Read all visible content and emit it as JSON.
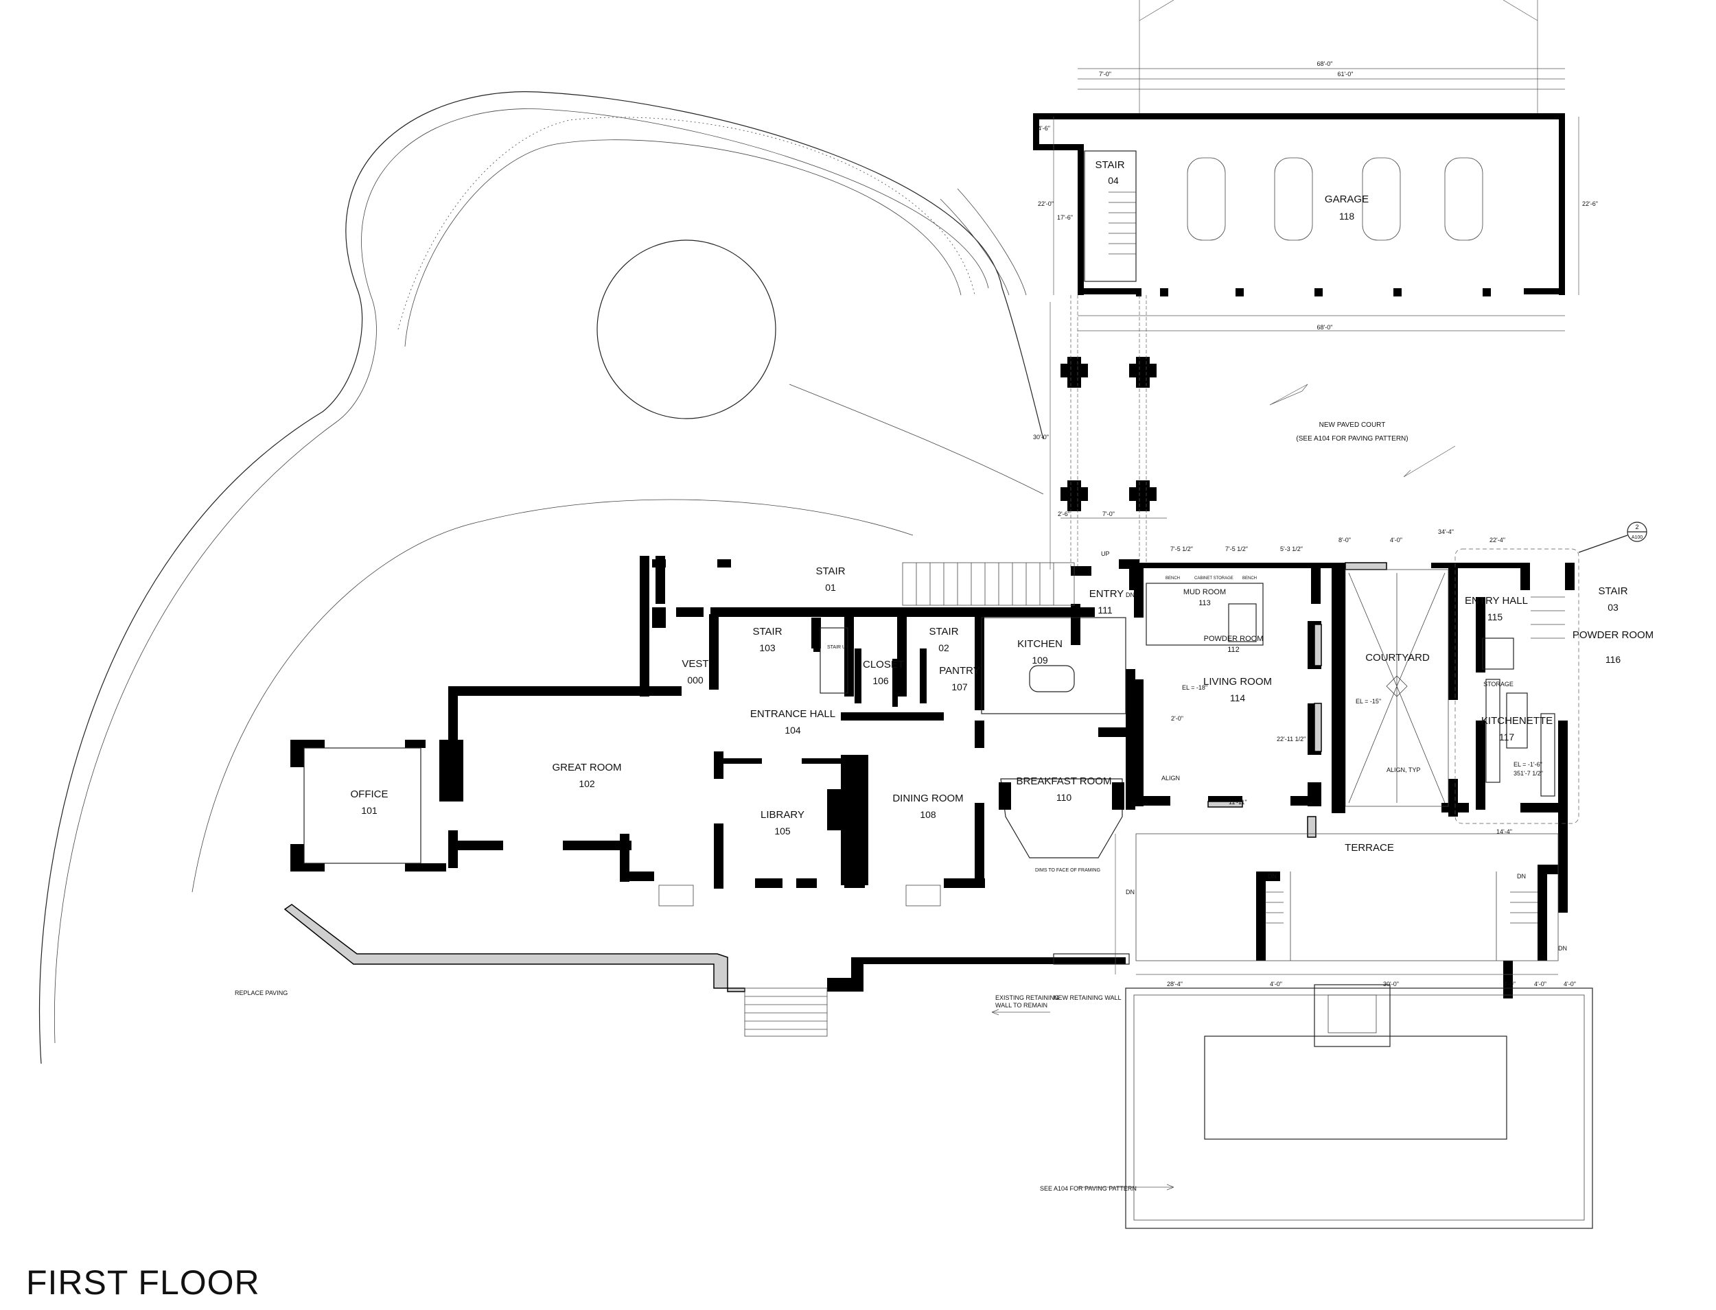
{
  "title": "FIRST FLOOR",
  "rooms": [
    {
      "id": "office",
      "name": "OFFICE",
      "number": "101"
    },
    {
      "id": "great-room",
      "name": "GREAT ROOM",
      "number": "102"
    },
    {
      "id": "stair-103",
      "name": "STAIR",
      "number": "103"
    },
    {
      "id": "entrance-hall",
      "name": "ENTRANCE HALL",
      "number": "104"
    },
    {
      "id": "library",
      "name": "LIBRARY",
      "number": "105"
    },
    {
      "id": "closet",
      "name": "CLOSET",
      "number": "106"
    },
    {
      "id": "pantry",
      "name": "PANTRY",
      "number": "107"
    },
    {
      "id": "dining-room",
      "name": "DINING ROOM",
      "number": "108"
    },
    {
      "id": "kitchen",
      "name": "KITCHEN",
      "number": "109"
    },
    {
      "id": "breakfast-room",
      "name": "BREAKFAST ROOM",
      "number": "110"
    },
    {
      "id": "entry",
      "name": "ENTRY",
      "number": "111"
    },
    {
      "id": "powder-room-112",
      "name": "POWDER ROOM",
      "number": "112"
    },
    {
      "id": "mud-room",
      "name": "MUD ROOM",
      "number": "113"
    },
    {
      "id": "living-room",
      "name": "LIVING ROOM",
      "number": "114"
    },
    {
      "id": "entry-hall",
      "name": "ENTRY HALL",
      "number": "115"
    },
    {
      "id": "powder-room-116",
      "name": "POWDER ROOM",
      "number": "116"
    },
    {
      "id": "kitchenette",
      "name": "KITCHENETTE",
      "number": "117"
    },
    {
      "id": "garage",
      "name": "GARAGE",
      "number": "118"
    },
    {
      "id": "vest",
      "name": "VEST",
      "number": "000"
    },
    {
      "id": "stair-01",
      "name": "STAIR",
      "number": "01"
    },
    {
      "id": "stair-02",
      "name": "STAIR",
      "number": "02"
    },
    {
      "id": "stair-03",
      "name": "STAIR",
      "number": "03"
    },
    {
      "id": "stair-04",
      "name": "STAIR",
      "number": "04"
    }
  ],
  "areas": {
    "courtyard": "COURTYARD",
    "terrace": "TERRACE",
    "storage": "STORAGE"
  },
  "notes": {
    "paved_court_1": "NEW PAVED COURT",
    "paved_court_2": "(SEE A104 FOR PAVING PATTERN)",
    "replace_paving": "REPLACE PAVING",
    "existing_wall_1": "EXISTING RETAINING",
    "existing_wall_2": "WALL TO REMAIN",
    "new_wall": "NEW RETAINING WALL",
    "see_a104": "SEE A104 FOR PAVING PATTERN",
    "align": "ALIGN",
    "align_typ": "ALIGN, TYP",
    "dims_face": "DIMS TO FACE OF FRAMING",
    "el_living": "EL = -18\"",
    "el_court": "EL = -15\"",
    "el_kitchenette": "EL = -1'-6\"",
    "el_kitchenette_2": "351'-7 1/2\"",
    "section_num": "2",
    "section_sheet": "A100",
    "up": "UP",
    "dn": "DN",
    "stair_up": "STAIR UP",
    "bench": "BENCH",
    "storage_cabinet": "CABINET STORAGE"
  },
  "dimensions": {
    "garage_top_1": "68'-0\"",
    "garage_top_2": "7'-0\"",
    "garage_top_3": "61'-0\"",
    "garage_bottom": "68'-0\"",
    "garage_right": "22'-6\"",
    "garage_left_1": "4'-6\"",
    "garage_left_2": "22'-0\"",
    "garage_left_3": "17'-6\"",
    "court_h_1": "7'-0\"",
    "court_h_2": "2'-6\"",
    "court_v": "30'-0\"",
    "east_top_1": "7'-5 1/2\"",
    "east_top_2": "7'-5 1/2\"",
    "east_top_3": "5'-3 1/2\"",
    "east_top_4": "8'-0\"",
    "east_top_5": "4'-0\"",
    "east_top_6": "34'-4\"",
    "east_top_7": "22'-4\"",
    "terrace_1": "28'-4\"",
    "terrace_2": "4'-0\"",
    "terrace_3": "30'-0\"",
    "terrace_4": "4'-0\"",
    "terrace_5": "4'-0\"",
    "terrace_6": "4'-0\"",
    "east_right": "14'-4\"",
    "living_v": "22'-11 1/2\"",
    "living_h": "11'-11\"",
    "kitchen_note": "2'-0\""
  }
}
